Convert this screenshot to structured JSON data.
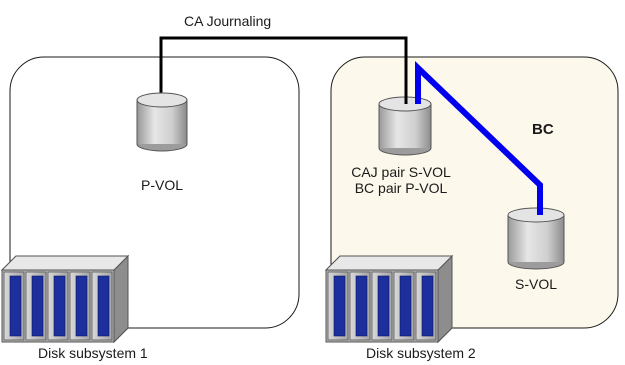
{
  "links": {
    "ca_journaling": {
      "label": "CA Journaling",
      "color": "#000000"
    },
    "bc": {
      "label": "BC",
      "color": "#0000ee"
    }
  },
  "subsystems": [
    {
      "label": "Disk subsystem 1",
      "fill": "#ffffff"
    },
    {
      "label": "Disk subsystem 2",
      "fill": "#fdf8ec"
    }
  ],
  "volumes": {
    "pvol": {
      "label": "P-VOL"
    },
    "caj_svol": {
      "label_line1": "CAJ pair S-VOL",
      "label_line2": "BC pair P-VOL"
    },
    "bc_svol": {
      "label": "S-VOL"
    }
  },
  "colors": {
    "cylinder_body": "#c8c8c8",
    "cylinder_top": "#e4e4e4",
    "rack_blue": "#1c2f9c"
  }
}
